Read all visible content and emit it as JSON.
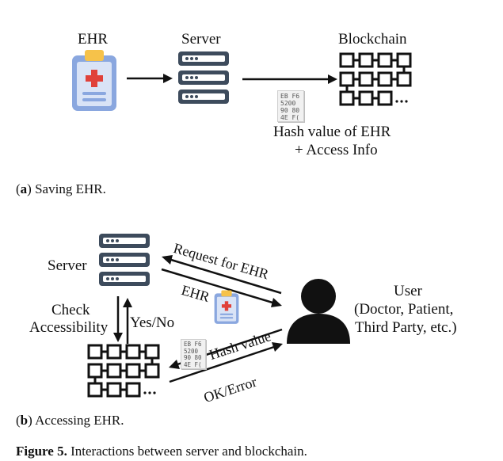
{
  "panel_a": {
    "ehr_label": "EHR",
    "server_label": "Server",
    "blockchain_label": "Blockchain",
    "hash_text": "Hash value of EHR",
    "access_text": "+ Access Info",
    "caption_letter": "a",
    "caption_text": " Saving EHR.",
    "doc_lines": [
      "EB F6",
      "5200",
      "90 80",
      "4E F("
    ]
  },
  "panel_b": {
    "server_label": "Server",
    "check_label_1": "Check",
    "check_label_2": "Accessibility",
    "yes_no": "Yes/No",
    "request_label": "Request for EHR",
    "ehr_label": "EHR",
    "hash_label": "Hash value",
    "ok_error": "OK/Error",
    "user_label": "User",
    "user_roles_1": "(Doctor, Patient,",
    "user_roles_2": "Third Party, etc.)",
    "caption_letter": "b",
    "caption_text": " Accessing EHR.",
    "doc_lines": [
      "EB F6",
      "5200",
      "90 80",
      "4E F("
    ]
  },
  "figure": {
    "label": "Figure 5.",
    "caption": " Interactions between server and blockchain."
  },
  "colors": {
    "server_dark": "#3d4b5c",
    "server_dot": "#c9d4e0",
    "clipboard_blue": "#8aa7df",
    "clipboard_inner": "#d9e3f6",
    "clip_yellow": "#f6c24a",
    "cross_red": "#e0413a",
    "ink": "#111111"
  }
}
